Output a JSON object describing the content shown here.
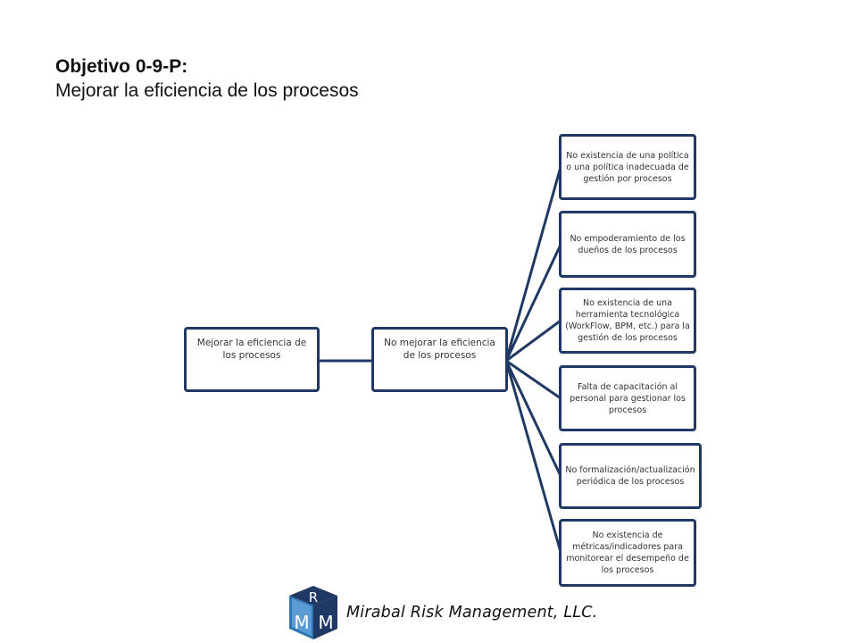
{
  "header": {
    "title": "Objetivo 0-9-P:",
    "subtitle": "Mejorar la eficiencia de los procesos"
  },
  "diagram": {
    "root": "Mejorar la eficiencia de los procesos",
    "problem": "No mejorar la eficiencia de los procesos",
    "causes": [
      "No existencia de una política o una política inadecuada de gestión por procesos",
      "No empoderamiento de los dueños de los procesos",
      "No existencia de una herramienta tecnológica (WorkFlow, BPM, etc.) para la gestión de los procesos",
      "Falta de capacitación al personal para gestionar los procesos",
      "No formalización/actualización periódica de los procesos",
      "No existencia de métricas/indicadores para monitorear el desempeño de los procesos"
    ]
  },
  "colors": {
    "box_border": "#1f3864",
    "connector": "#1f3864",
    "logo_blue": "#2e75b6",
    "logo_dark": "#1f3864"
  },
  "footer": {
    "logo_letters": [
      "R",
      "M",
      "M"
    ],
    "company": "Mirabal Risk Management, LLC."
  }
}
